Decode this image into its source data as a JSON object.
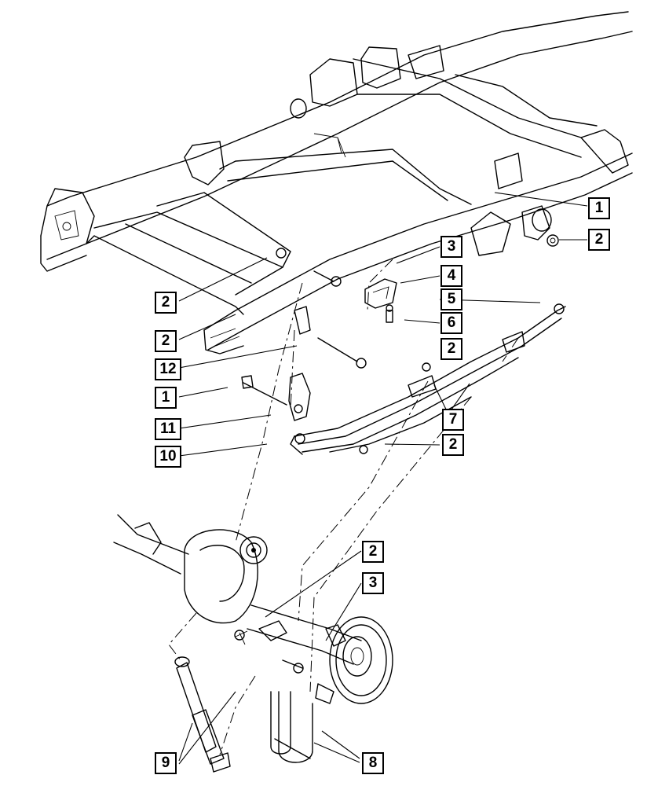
{
  "callouts": [
    {
      "id": "c1a",
      "label": "1"
    },
    {
      "id": "c2a",
      "label": "2"
    },
    {
      "id": "c3a",
      "label": "3"
    },
    {
      "id": "c4",
      "label": "4"
    },
    {
      "id": "c5",
      "label": "5"
    },
    {
      "id": "c6",
      "label": "6"
    },
    {
      "id": "c2b",
      "label": "2"
    },
    {
      "id": "c2c",
      "label": "2"
    },
    {
      "id": "c2d",
      "label": "2"
    },
    {
      "id": "c12",
      "label": "12"
    },
    {
      "id": "c1b",
      "label": "1"
    },
    {
      "id": "c11",
      "label": "11"
    },
    {
      "id": "c10",
      "label": "10"
    },
    {
      "id": "c7",
      "label": "7"
    },
    {
      "id": "c2e",
      "label": "2"
    },
    {
      "id": "c2f",
      "label": "2"
    },
    {
      "id": "c3b",
      "label": "3"
    },
    {
      "id": "c9",
      "label": "9"
    },
    {
      "id": "c8",
      "label": "8"
    }
  ]
}
